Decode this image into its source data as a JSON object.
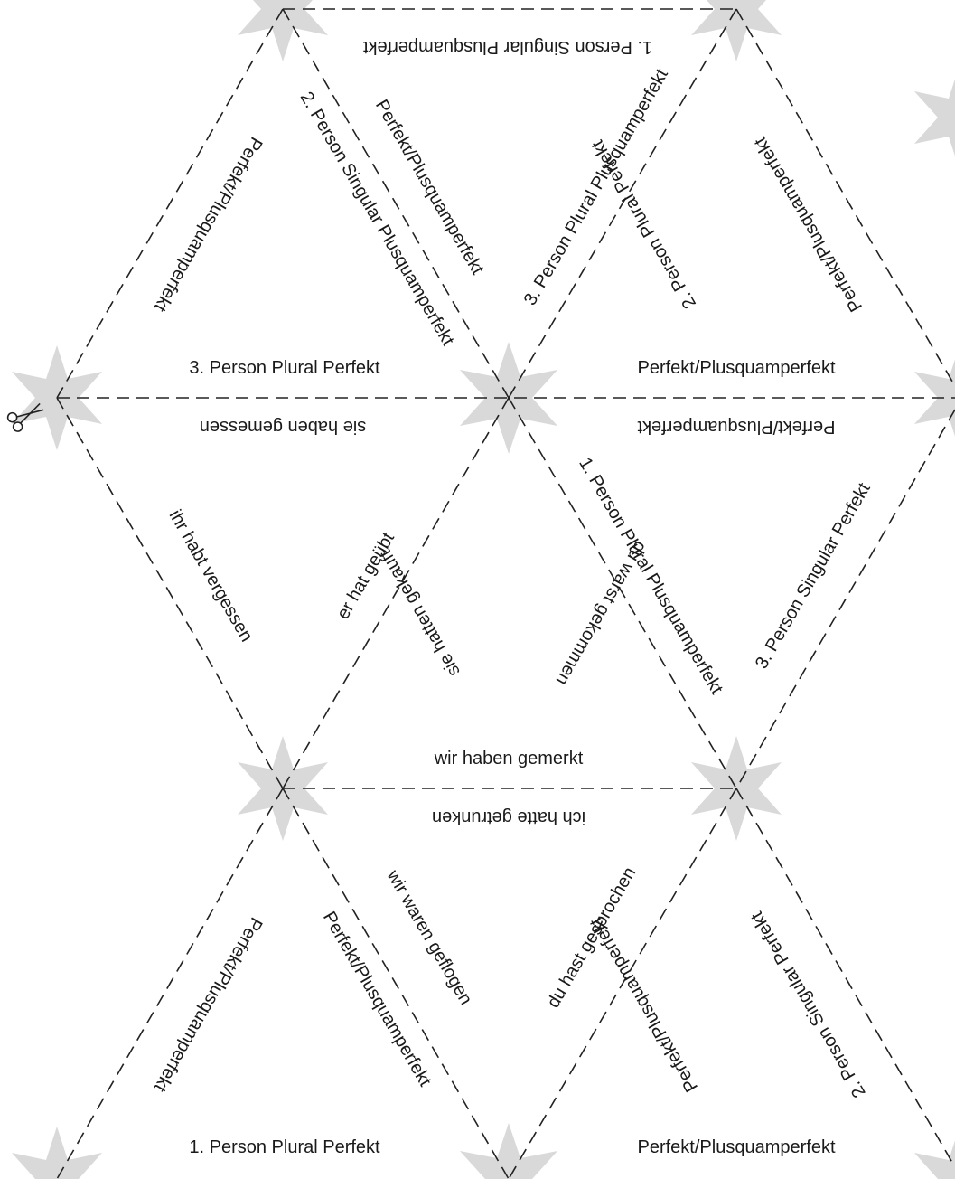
{
  "colors": {
    "star": "#d9d9d9",
    "line": "#222222",
    "text": "#1a1a1a",
    "background": "#ffffff"
  },
  "icons": {
    "scissors": "scissors-icon"
  },
  "labels": {
    "t1": "1. Person Singular Plusquamperfekt",
    "t2": "Perfekt/Plusquamperfekt",
    "t3": "2. Person Singular Plusquamperfekt",
    "t4": "Perfekt/Plusquamperfekt",
    "t5": "3. Person Plural Perfekt",
    "t6": "3. Person Plural Plusquamperfekt",
    "t7": "2. Person Plural Perfekt",
    "t8": "Perfekt/Plusquamperfekt",
    "t9": "Perfekt/Plusquamperfekt",
    "t10": "sie haben gemessen",
    "t11": "ihr habt vergessen",
    "t12": "er hat geübt",
    "t13": "sie hatten gekauft",
    "t14": "du warst gekommen",
    "t15": "1. Person Plural Plusquamperfekt",
    "t16": "Perfekt/Plusquamperfekt",
    "t17": "3. Person Singular Perfekt",
    "t18": "wir haben gemerkt",
    "t19": "ich hatte getrunken",
    "t20": "Perfekt/Plusquamperfekt",
    "t21": "Perfekt/Plusquamperfekt",
    "t22": "wir waren geflogen",
    "t23": "du hast gesprochen",
    "t24": "Perfekt/Plusquamperfekt",
    "t25": "2. Person Singular Perfekt",
    "t26": "1. Person Plural Perfekt",
    "t27": "Perfekt/Plusquamperfekt"
  }
}
